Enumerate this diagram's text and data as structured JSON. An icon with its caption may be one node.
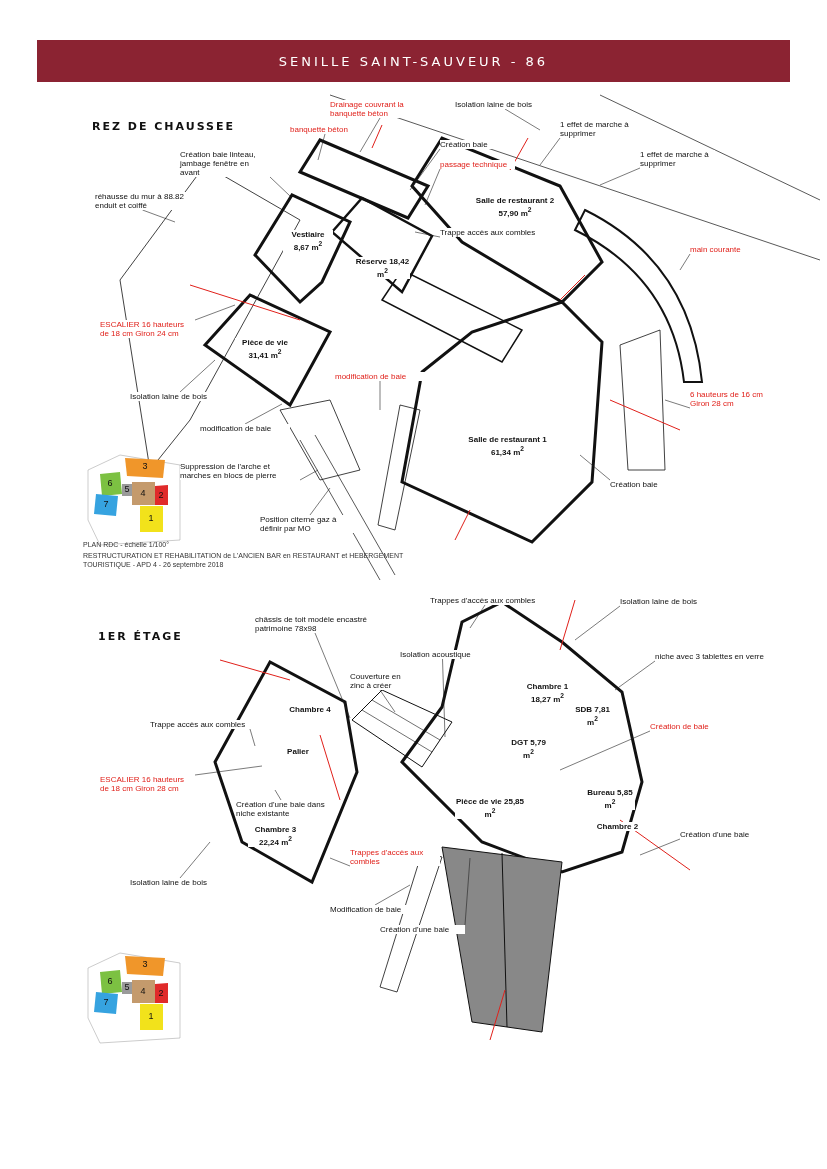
{
  "diagram": {
    "title": "SENILLE SAINT-SAUVEUR - 86",
    "nodes": [
      {
        "text": [
          "Isolation laine de bois"
        ]
      },
      {
        "text": [
          "Drainage couvrant la banquette béton"
        ]
      },
      {
        "text": [
          "banquette béton"
        ]
      },
      {
        "text": [
          "Création baie linteau, jambage fenêtre en avant"
        ]
      },
      {
        "text": [
          "passage technique"
        ]
      },
      {
        "text": [
          "Création baie"
        ]
      },
      {
        "text": [
          "1 effet de marche à supprimer"
        ]
      },
      {
        "text": [
          "1 effet de marche à supprimer"
        ]
      },
      {
        "text": [
          "main courante"
        ]
      },
      {
        "text": [
          "réhausse du mur à 88.82 enduit et coiffé"
        ]
      },
      {
        "text": [
          "Trappe accès aux combles"
        ]
      },
      {
        "text": [
          "ESCALIER 16 hauteurs de 18 cm Giron 24 cm"
        ]
      },
      {
        "text": [
          "Isolation laine de bois"
        ]
      },
      {
        "text": [
          "modification de baie"
        ]
      },
      {
        "text": [
          "modification de baie"
        ]
      },
      {
        "text": [
          "Création baie"
        ]
      },
      {
        "text": [
          "Suppression de l'arche et marches en blocs de pierre"
        ]
      },
      {
        "text": [
          "Position citerne gaz à définir par MO"
        ]
      },
      {
        "text": [
          "6 hauteurs de 16 cm Giron 28 cm"
        ]
      },
      {
        "text": [
          "châssis de toit modèle encastré patrimoine 78x98"
        ]
      },
      {
        "text": [
          "Couverture en zinc à créer"
        ]
      },
      {
        "text": [
          "Isolation acoustique"
        ]
      },
      {
        "text": [
          "Trappes d'accès aux combles"
        ]
      },
      {
        "text": [
          "Isolation laine de bois"
        ]
      },
      {
        "text": [
          "niche avec 3 tablettes en verre"
        ]
      },
      {
        "text": [
          "Création de baie"
        ]
      },
      {
        "text": [
          "Création d'une baie"
        ]
      },
      {
        "text": [
          "Modification de baie"
        ]
      },
      {
        "text": [
          "Création d'une baie"
        ]
      },
      {
        "text": [
          "Trappe accès aux combles"
        ]
      },
      {
        "text": [
          "ESCALIER 16 hauteurs de 18 cm Giron 28 cm"
        ]
      },
      {
        "text": [
          "Création d'une baie dans niche existante"
        ]
      },
      {
        "text": [
          "Trappes d'accès aux combles"
        ]
      },
      {
        "text": [
          "Isolation laine de bois"
        ]
      }
    ],
    "edges": [
      {
        "from": 0,
        "to": null,
        "arrow": "none"
      },
      {
        "from": 1,
        "to": null,
        "arrow": "none"
      },
      {
        "from": 2,
        "to": null,
        "arrow": "none"
      },
      {
        "from": 3,
        "to": null,
        "arrow": "none"
      },
      {
        "from": 4,
        "to": null,
        "arrow": "none"
      },
      {
        "from": 5,
        "to": null,
        "arrow": "none"
      },
      {
        "from": 6,
        "to": null,
        "arrow": "none"
      },
      {
        "from": 7,
        "to": null,
        "arrow": "none"
      },
      {
        "from": 8,
        "to": null,
        "arrow": "none"
      },
      {
        "from": 9,
        "to": null,
        "arrow": "none"
      },
      {
        "from": 10,
        "to": null,
        "arrow": "none"
      },
      {
        "from": 11,
        "to": null,
        "arrow": "none"
      },
      {
        "from": 12,
        "to": null,
        "arrow": "none"
      },
      {
        "from": 13,
        "to": null,
        "arrow": "none"
      },
      {
        "from": 14,
        "to": null,
        "arrow": "none"
      },
      {
        "from": 15,
        "to": null,
        "arrow": "none"
      },
      {
        "from": 16,
        "to": null,
        "arrow": "none"
      },
      {
        "from": 17,
        "to": null,
        "arrow": "none"
      },
      {
        "from": 18,
        "to": null,
        "arrow": "none"
      },
      {
        "from": 19,
        "to": null,
        "arrow": "none"
      },
      {
        "from": 20,
        "to": null,
        "arrow": "none"
      },
      {
        "from": 21,
        "to": null,
        "arrow": "none"
      },
      {
        "from": 22,
        "to": null,
        "arrow": "none"
      },
      {
        "from": 23,
        "to": null,
        "arrow": "none"
      },
      {
        "from": 24,
        "to": null,
        "arrow": "none"
      },
      {
        "from": 25,
        "to": null,
        "arrow": "none"
      },
      {
        "from": 26,
        "to": null,
        "arrow": "none"
      },
      {
        "from": 27,
        "to": null,
        "arrow": "none"
      },
      {
        "from": 28,
        "to": null,
        "arrow": "none"
      },
      {
        "from": 29,
        "to": null,
        "arrow": "none"
      },
      {
        "from": 30,
        "to": null,
        "arrow": "none"
      },
      {
        "from": 31,
        "to": null,
        "arrow": "none"
      },
      {
        "from": 32,
        "to": null,
        "arrow": "none"
      },
      {
        "from": 33,
        "to": null,
        "arrow": "none"
      }
    ],
    "labels": [
      "REZ DE CHAUSSEE",
      "Vestiaire 8,67 m$^{2}$",
      "Réserve 18,42 m$^{2}$",
      "Salle de restaurant 2 57,90 m$^{2}$",
      "Pièce de vie 31,41 m$^{2}$",
      "Salle de restaurant 1 61,34 m$^{2}$",
      "1",
      "2",
      "3",
      "4",
      "5",
      "6",
      "7",
      "PLAN RDC - échelle 1/100°",
      "RESTRUCTURATION ET REHABILITATION de L'ANCIEN BAR en RESTAURANT et HEBERGEMENT TOURISTIQUE - APD 4 - 26 septembre 2018",
      "1ER ÉTAGE",
      "Chambre 4",
      "Palier",
      "Chambre 3 22,24 m$^{2}$",
      "Chambre 1 18,27 m$^{2}$",
      "SDB 7,81 m$^{2}$",
      "DGT 5,79 m$^{2}$",
      "Pièce de vie 25,85 m$^{2}$",
      "Bureau 5,85 m$^{2}$",
      "Chambre 2",
      "1",
      "2",
      "3",
      "4",
      "5",
      "6",
      "7"
    ]
  }
}
